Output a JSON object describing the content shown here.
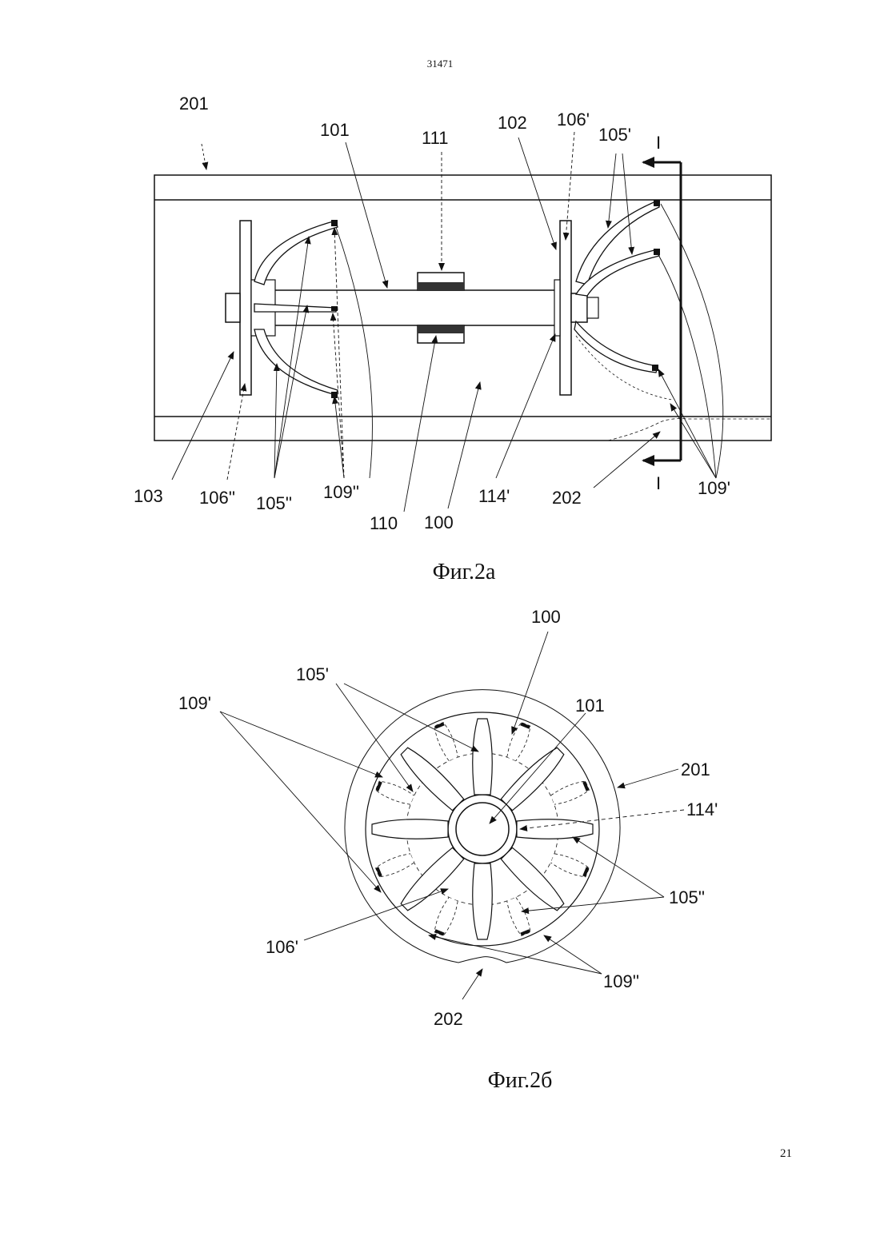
{
  "header": {
    "document_number": "31471"
  },
  "footer": {
    "page_number": "21"
  },
  "figure_a": {
    "caption": "Фиг.2а",
    "labels": {
      "l201": "201",
      "l101": "101",
      "l111": "111",
      "l102": "102",
      "l106p": "106'",
      "l105p": "105'",
      "lI_top": "I",
      "l103": "103",
      "l106pp": "106''",
      "l105pp": "105''",
      "l109pp": "109''",
      "l110": "110",
      "l100": "100",
      "l114p": "114'",
      "l202": "202",
      "lI_bot": "I",
      "l109p": "109'"
    }
  },
  "figure_b": {
    "caption": "Фиг.2б",
    "labels": {
      "l100": "100",
      "l105p": "105'",
      "l109p": "109'",
      "l101": "101",
      "l201": "201",
      "l114p": "114'",
      "l105pp": "105''",
      "l106p": "106'",
      "l109pp": "109''",
      "l202": "202"
    }
  }
}
